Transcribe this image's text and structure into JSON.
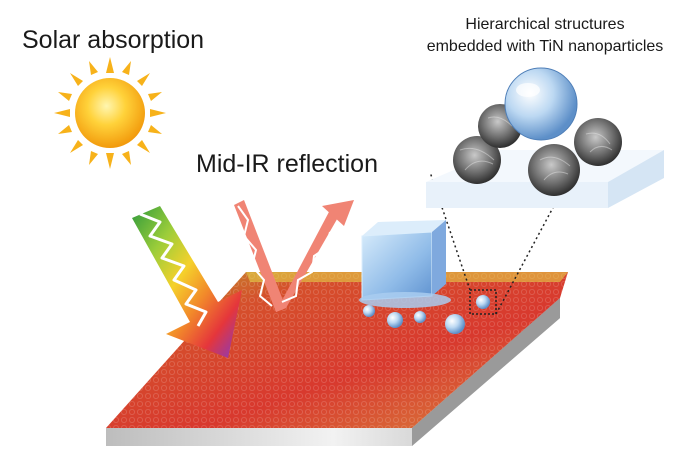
{
  "labels": {
    "solar": "Solar absorption",
    "midir": "Mid-IR reflection",
    "hier_line1": "Hierarchical structures",
    "hier_line2": "embedded with TiN nanoparticles"
  },
  "icons": [
    "sun-icon",
    "rainbow-arrow-icon",
    "ir-arrow-icon",
    "ice-cube-icon",
    "water-droplet-icon",
    "microsphere-icon"
  ],
  "colors": {
    "surface_hot": "#d4382a",
    "surface_edge": "#c9c22a",
    "sun": "#f7b21a",
    "ir_arrow": "#f0786a",
    "ice": "#9cc6ee",
    "slab": "#d9d9d9"
  }
}
